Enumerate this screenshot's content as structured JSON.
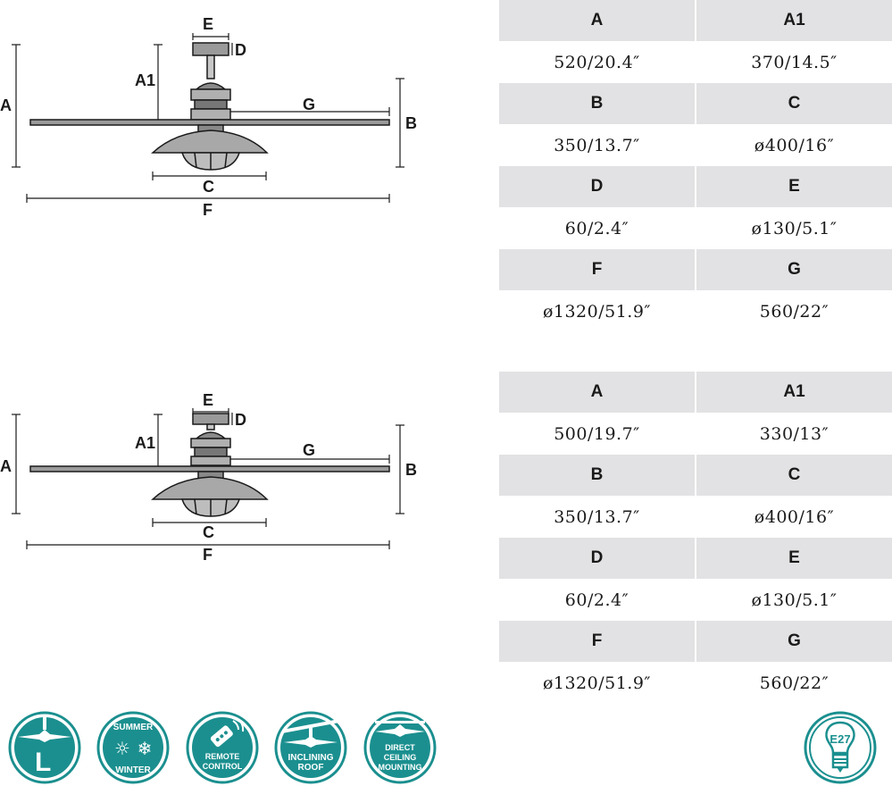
{
  "diagram_1": {
    "labels": {
      "a": "A",
      "a1": "A1",
      "b": "B",
      "c": "C",
      "d": "D",
      "e": "E",
      "f": "F",
      "g": "G"
    }
  },
  "diagram_2": {
    "labels": {
      "a": "A",
      "a1": "A1",
      "b": "B",
      "c": "C",
      "d": "D",
      "e": "E",
      "f": "F",
      "g": "G"
    }
  },
  "table_1": {
    "rows": [
      {
        "h1": "A",
        "h2": "A1",
        "v1": "520/20.4″",
        "v2": "370/14.5″"
      },
      {
        "h1": "B",
        "h2": "C",
        "v1": "350/13.7″",
        "v2": "ø400/16″"
      },
      {
        "h1": "D",
        "h2": "E",
        "v1": "60/2.4″",
        "v2": "ø130/5.1″"
      },
      {
        "h1": "F",
        "h2": "G",
        "v1": "ø1320/51.9″",
        "v2": "560/22″"
      }
    ]
  },
  "table_2": {
    "rows": [
      {
        "h1": "A",
        "h2": "A1",
        "v1": "500/19.7″",
        "v2": "330/13″"
      },
      {
        "h1": "B",
        "h2": "C",
        "v1": "350/13.7″",
        "v2": "ø400/16″"
      },
      {
        "h1": "D",
        "h2": "E",
        "v1": "60/2.4″",
        "v2": "ø130/5.1″"
      },
      {
        "h1": "F",
        "h2": "G",
        "v1": "ø1320/51.9″",
        "v2": "560/22″"
      }
    ]
  },
  "icons": {
    "size_l": {
      "letter": "L"
    },
    "summer_winter": {
      "top": "SUMMER",
      "bottom": "WINTER"
    },
    "remote_control": {
      "line1": "REMOTE",
      "line2": "CONTROL"
    },
    "inclining_roof": {
      "line1": "INCLINING",
      "line2": "ROOF"
    },
    "direct_ceiling": {
      "line1": "DIRECT",
      "line2": "CEILING",
      "line3": "MOUNTING"
    },
    "bulb": {
      "label": "E27"
    }
  },
  "colors": {
    "icon_teal": "#1b8f8f",
    "table_header_bg": "#e2e2e4",
    "line": "#1a1a1a"
  }
}
